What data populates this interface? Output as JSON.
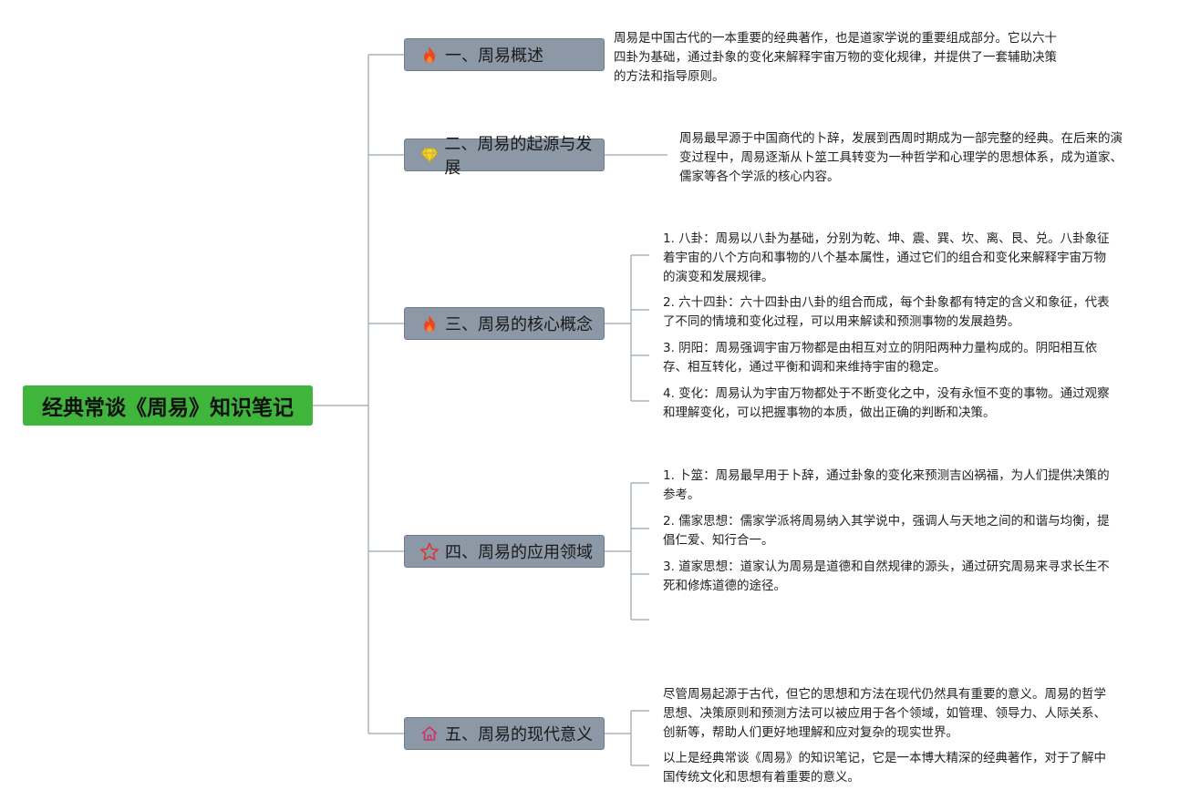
{
  "root": {
    "title": "经典常谈《周易》知识笔记"
  },
  "branches": [
    {
      "label": "一、周易概述",
      "icon": "fire-icon",
      "notes": [
        "周易是中国古代的一本重要的经典著作，也是道家学说的重要组成部分。它以六十四卦为基础，通过卦象的变化来解释宇宙万物的变化规律，并提供了一套辅助决策的方法和指导原则。"
      ]
    },
    {
      "label": "二、周易的起源与发展",
      "icon": "diamond-icon",
      "notes": [
        "周易最早源于中国商代的卜辞，发展到西周时期成为一部完整的经典。在后来的演变过程中，周易逐渐从卜筮工具转变为一种哲学和心理学的思想体系，成为道家、儒家等各个学派的核心内容。"
      ]
    },
    {
      "label": "三、周易的核心概念",
      "icon": "fire-icon",
      "notes": [
        "1. 八卦：周易以八卦为基础，分别为乾、坤、震、巽、坎、离、艮、兑。八卦象征着宇宙的八个方向和事物的八个基本属性，通过它们的组合和变化来解释宇宙万物的演变和发展规律。",
        "2. 六十四卦：六十四卦由八卦的组合而成，每个卦象都有特定的含义和象征，代表了不同的情境和变化过程，可以用来解读和预测事物的发展趋势。",
        "3. 阴阳：周易强调宇宙万物都是由相互对立的阴阳两种力量构成的。阴阳相互依存、相互转化，通过平衡和调和来维持宇宙的稳定。",
        "4. 变化：周易认为宇宙万物都处于不断变化之中，没有永恒不变的事物。通过观察和理解变化，可以把握事物的本质，做出正确的判断和决策。"
      ]
    },
    {
      "label": "四、周易的应用领域",
      "icon": "star-icon",
      "notes": [
        "1. 卜筮：周易最早用于卜辞，通过卦象的变化来预测吉凶祸福，为人们提供决策的参考。",
        "2. 儒家思想：儒家学派将周易纳入其学说中，强调人与天地之间的和谐与均衡，提倡仁爱、知行合一。",
        "3. 道家思想：道家认为周易是道德和自然规律的源头，通过研究周易来寻求长生不死和修炼道德的途径。",
        ""
      ]
    },
    {
      "label": "五、周易的现代意义",
      "icon": "home-icon",
      "notes": [
        "尽管周易起源于古代，但它的思想和方法在现代仍然具有重要的意义。周易的哲学思想、决策原则和预测方法可以被应用于各个领域，如管理、领导力、人际关系、创新等，帮助人们更好地理解和应对复杂的现实世界。",
        "以上是经典常谈《周易》的知识笔记，它是一本博大精深的经典著作，对于了解中国传统文化和思想有着重要的意义。"
      ]
    }
  ],
  "colors": {
    "root_fill": "#3fb53b",
    "branch_fill": "#8c98a6",
    "line": "#8c98a6",
    "fire_icon": "#f0461e",
    "diamond_icon": "#e8c520",
    "star_icon": "#e03030",
    "home_icon": "#d0306a"
  }
}
